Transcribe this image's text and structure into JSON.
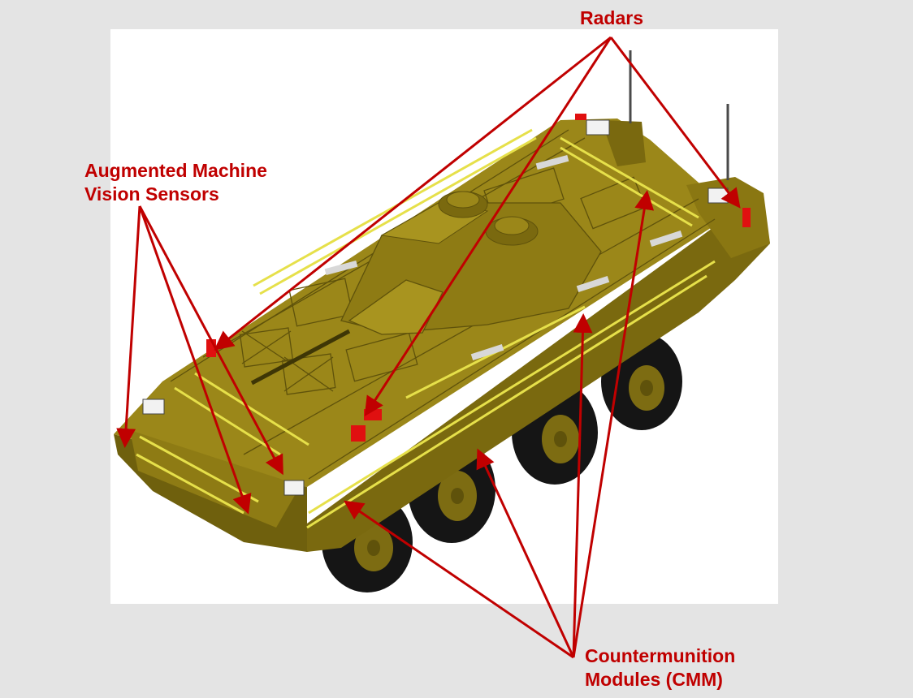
{
  "labels": {
    "radars": "Radars",
    "amvs_line1": "Augmented Machine",
    "amvs_line2": "Vision Sensors",
    "cmm_line1": "Countermunition",
    "cmm_line2": "Modules (CMM)"
  },
  "colors": {
    "background": "#e4e4e4",
    "panel": "#ffffff",
    "callout": "#c00000",
    "hull": "#8a7712",
    "hull_light": "#a8941f",
    "hull_dark": "#5f520b",
    "stripe": "#e6e04a",
    "sensor_red": "#e01010",
    "wheel": "#151515",
    "hub": "#7d6c12"
  }
}
